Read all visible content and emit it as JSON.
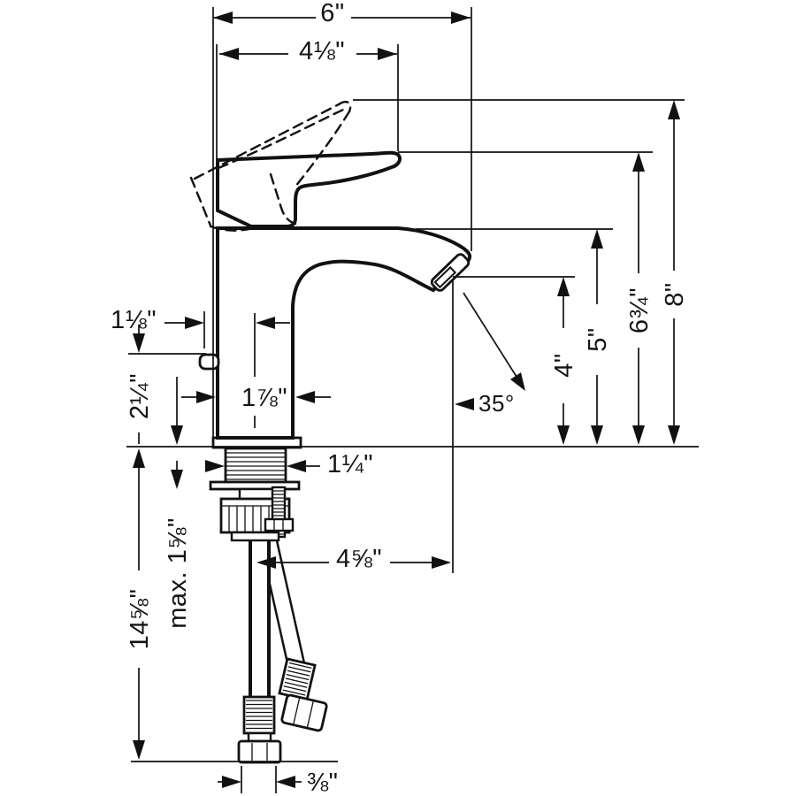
{
  "drawing": {
    "type": "technical-dimension-drawing",
    "subject": "single-handle bathroom faucet, side elevation with installation dimensions",
    "background_color": "#ffffff",
    "line_color": "#111111"
  },
  "dims": {
    "overall_depth": "6\"",
    "spout_reach": "4⅛\"",
    "height_handle_raised": "8\"",
    "height_handle": "6¾\"",
    "height_spout_top": "5\"",
    "height_outlet": "4\"",
    "aerator_angle": "35°",
    "popup_rod_offset": "1⅛\"",
    "popup_rod_height": "2¼\"",
    "body_depth": "1⅞\"",
    "shank_diameter": "1¼\"",
    "max_deck_thickness": "max. 1⅝\"",
    "hose_length": "14⅝\"",
    "outlet_horizontal_reach": "4⅝\"",
    "connection_size": "⅜\""
  }
}
